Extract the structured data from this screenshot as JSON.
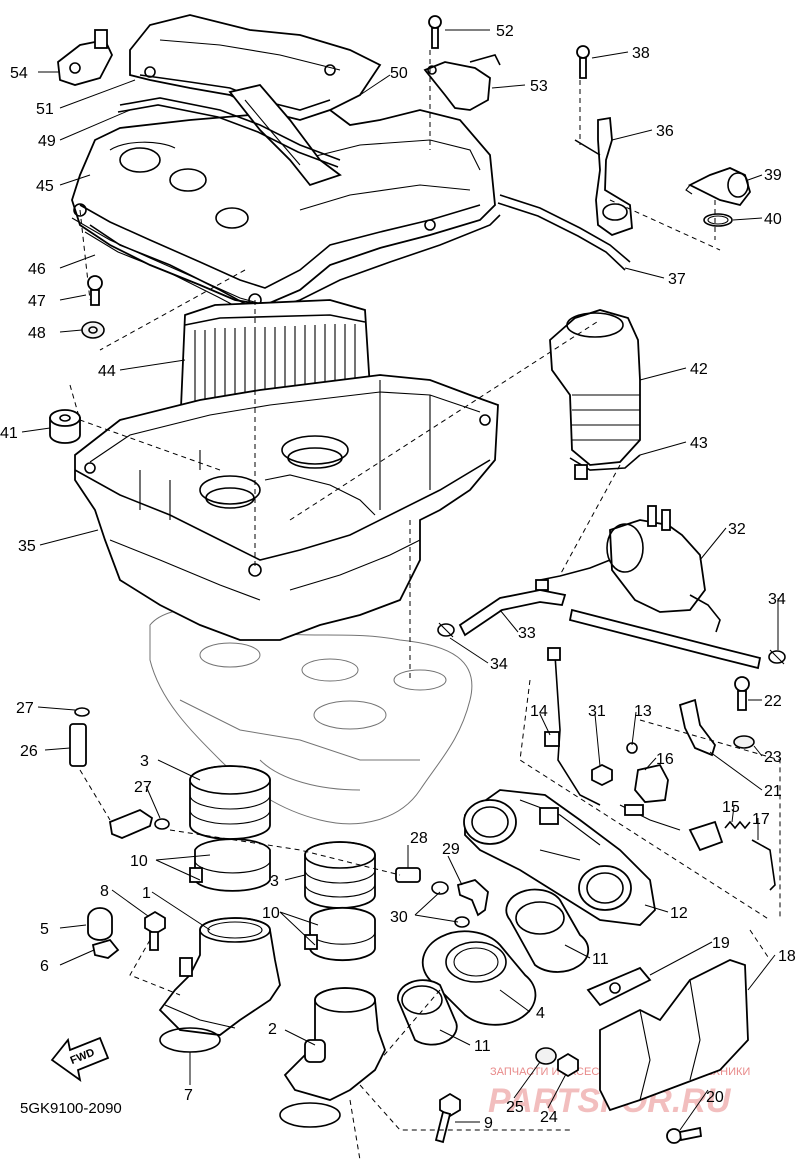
{
  "diagram": {
    "code": "5GK9100-2090",
    "fwd_label": "FWD",
    "watermark": {
      "caption": "ЗАПЧАСТИ И АКСЕССУАРЫ ДЛЯ МОТОТЕХНИКИ",
      "logo": "PARTSFOR.RU"
    },
    "callouts": [
      {
        "id": "c54",
        "label": "54"
      },
      {
        "id": "c51",
        "label": "51"
      },
      {
        "id": "c49",
        "label": "49"
      },
      {
        "id": "c45",
        "label": "45"
      },
      {
        "id": "c46",
        "label": "46"
      },
      {
        "id": "c47",
        "label": "47"
      },
      {
        "id": "c48",
        "label": "48"
      },
      {
        "id": "c44",
        "label": "44"
      },
      {
        "id": "c41",
        "label": "41"
      },
      {
        "id": "c35",
        "label": "35"
      },
      {
        "id": "c52",
        "label": "52"
      },
      {
        "id": "c50",
        "label": "50"
      },
      {
        "id": "c53",
        "label": "53"
      },
      {
        "id": "c38",
        "label": "38"
      },
      {
        "id": "c36",
        "label": "36"
      },
      {
        "id": "c39",
        "label": "39"
      },
      {
        "id": "c40",
        "label": "40"
      },
      {
        "id": "c37",
        "label": "37"
      },
      {
        "id": "c42",
        "label": "42"
      },
      {
        "id": "c43",
        "label": "43"
      },
      {
        "id": "c32",
        "label": "32"
      },
      {
        "id": "c34a",
        "label": "34"
      },
      {
        "id": "c33",
        "label": "33"
      },
      {
        "id": "c34b",
        "label": "34"
      },
      {
        "id": "c22",
        "label": "22"
      },
      {
        "id": "c23",
        "label": "23"
      },
      {
        "id": "c21",
        "label": "21"
      },
      {
        "id": "c13",
        "label": "13"
      },
      {
        "id": "c14",
        "label": "14"
      },
      {
        "id": "c31",
        "label": "31"
      },
      {
        "id": "c16",
        "label": "16"
      },
      {
        "id": "c15",
        "label": "15"
      },
      {
        "id": "c17",
        "label": "17"
      },
      {
        "id": "c27a",
        "label": "27"
      },
      {
        "id": "c26",
        "label": "26"
      },
      {
        "id": "c3a",
        "label": "3"
      },
      {
        "id": "c27b",
        "label": "27"
      },
      {
        "id": "c28",
        "label": "28"
      },
      {
        "id": "c10a",
        "label": "10"
      },
      {
        "id": "c29",
        "label": "29"
      },
      {
        "id": "c3b",
        "label": "3"
      },
      {
        "id": "c8",
        "label": "8"
      },
      {
        "id": "c1",
        "label": "1"
      },
      {
        "id": "c10b",
        "label": "10"
      },
      {
        "id": "c30",
        "label": "30"
      },
      {
        "id": "c12",
        "label": "12"
      },
      {
        "id": "c5",
        "label": "5"
      },
      {
        "id": "c6",
        "label": "6"
      },
      {
        "id": "c11a",
        "label": "11"
      },
      {
        "id": "c19",
        "label": "19"
      },
      {
        "id": "c18",
        "label": "18"
      },
      {
        "id": "c4",
        "label": "4"
      },
      {
        "id": "c7",
        "label": "7"
      },
      {
        "id": "c2",
        "label": "2"
      },
      {
        "id": "c11b",
        "label": "11"
      },
      {
        "id": "c25",
        "label": "25"
      },
      {
        "id": "c24",
        "label": "24"
      },
      {
        "id": "c20",
        "label": "20"
      },
      {
        "id": "c9",
        "label": "9"
      }
    ]
  }
}
